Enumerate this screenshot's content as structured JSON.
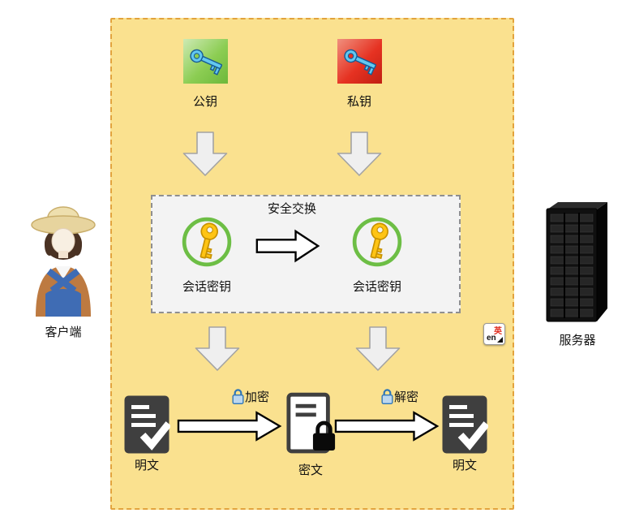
{
  "labels": {
    "public_key": "公钥",
    "private_key": "私钥",
    "secure_exchange": "安全交换",
    "session_key_left": "会话密钥",
    "session_key_right": "会话密钥",
    "encrypt": "加密",
    "decrypt": "解密",
    "plaintext_left": "明文",
    "ciphertext": "密文",
    "plaintext_right": "明文",
    "client": "客户端",
    "server": "服务器"
  },
  "translate_badge": {
    "latin": "en",
    "cjk": "英"
  },
  "colors": {
    "outer-bg": "#fae18f",
    "outer-border": "#e2a33d",
    "inner-bg": "#f3f3f3",
    "inner-border": "#8f8f8f",
    "public-key-bg": "#8ccd53",
    "private-key-bg": "#e63222",
    "session-ring": "#6dbe45",
    "key-yellow": "#ffc414",
    "doc-dark": "#3f3f3f",
    "arrow-fill": "#efefef",
    "arrow-stroke": "#a3a3a3"
  }
}
